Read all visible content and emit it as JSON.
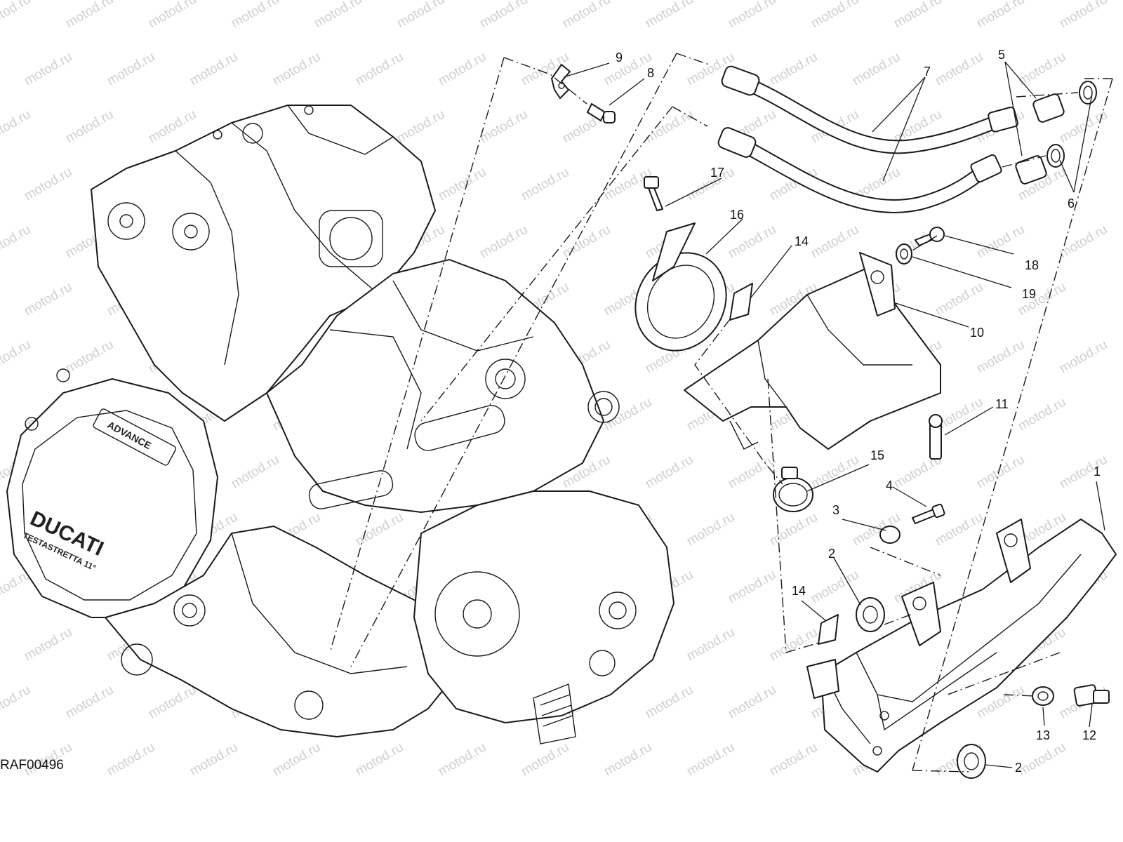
{
  "diagram": {
    "reference_code": "RAF00496",
    "watermark": "motod.ru",
    "engine_badge": {
      "brand": "DUCATI",
      "engine_name": "TESTASTRETTA 11°",
      "cover_badge": "ADVANCE"
    },
    "callouts": [
      {
        "id": "c1",
        "label": "1"
      },
      {
        "id": "c2a",
        "label": "2"
      },
      {
        "id": "c2b",
        "label": "2"
      },
      {
        "id": "c3",
        "label": "3"
      },
      {
        "id": "c4",
        "label": "4"
      },
      {
        "id": "c5",
        "label": "5"
      },
      {
        "id": "c6",
        "label": "6"
      },
      {
        "id": "c7",
        "label": "7"
      },
      {
        "id": "c8",
        "label": "8"
      },
      {
        "id": "c9",
        "label": "9"
      },
      {
        "id": "c10",
        "label": "10"
      },
      {
        "id": "c11",
        "label": "11"
      },
      {
        "id": "c12",
        "label": "12"
      },
      {
        "id": "c13",
        "label": "13"
      },
      {
        "id": "c14a",
        "label": "14"
      },
      {
        "id": "c14b",
        "label": "14"
      },
      {
        "id": "c15",
        "label": "15"
      },
      {
        "id": "c16",
        "label": "16"
      },
      {
        "id": "c17",
        "label": "17"
      },
      {
        "id": "c18",
        "label": "18"
      },
      {
        "id": "c19",
        "label": "19"
      }
    ]
  }
}
